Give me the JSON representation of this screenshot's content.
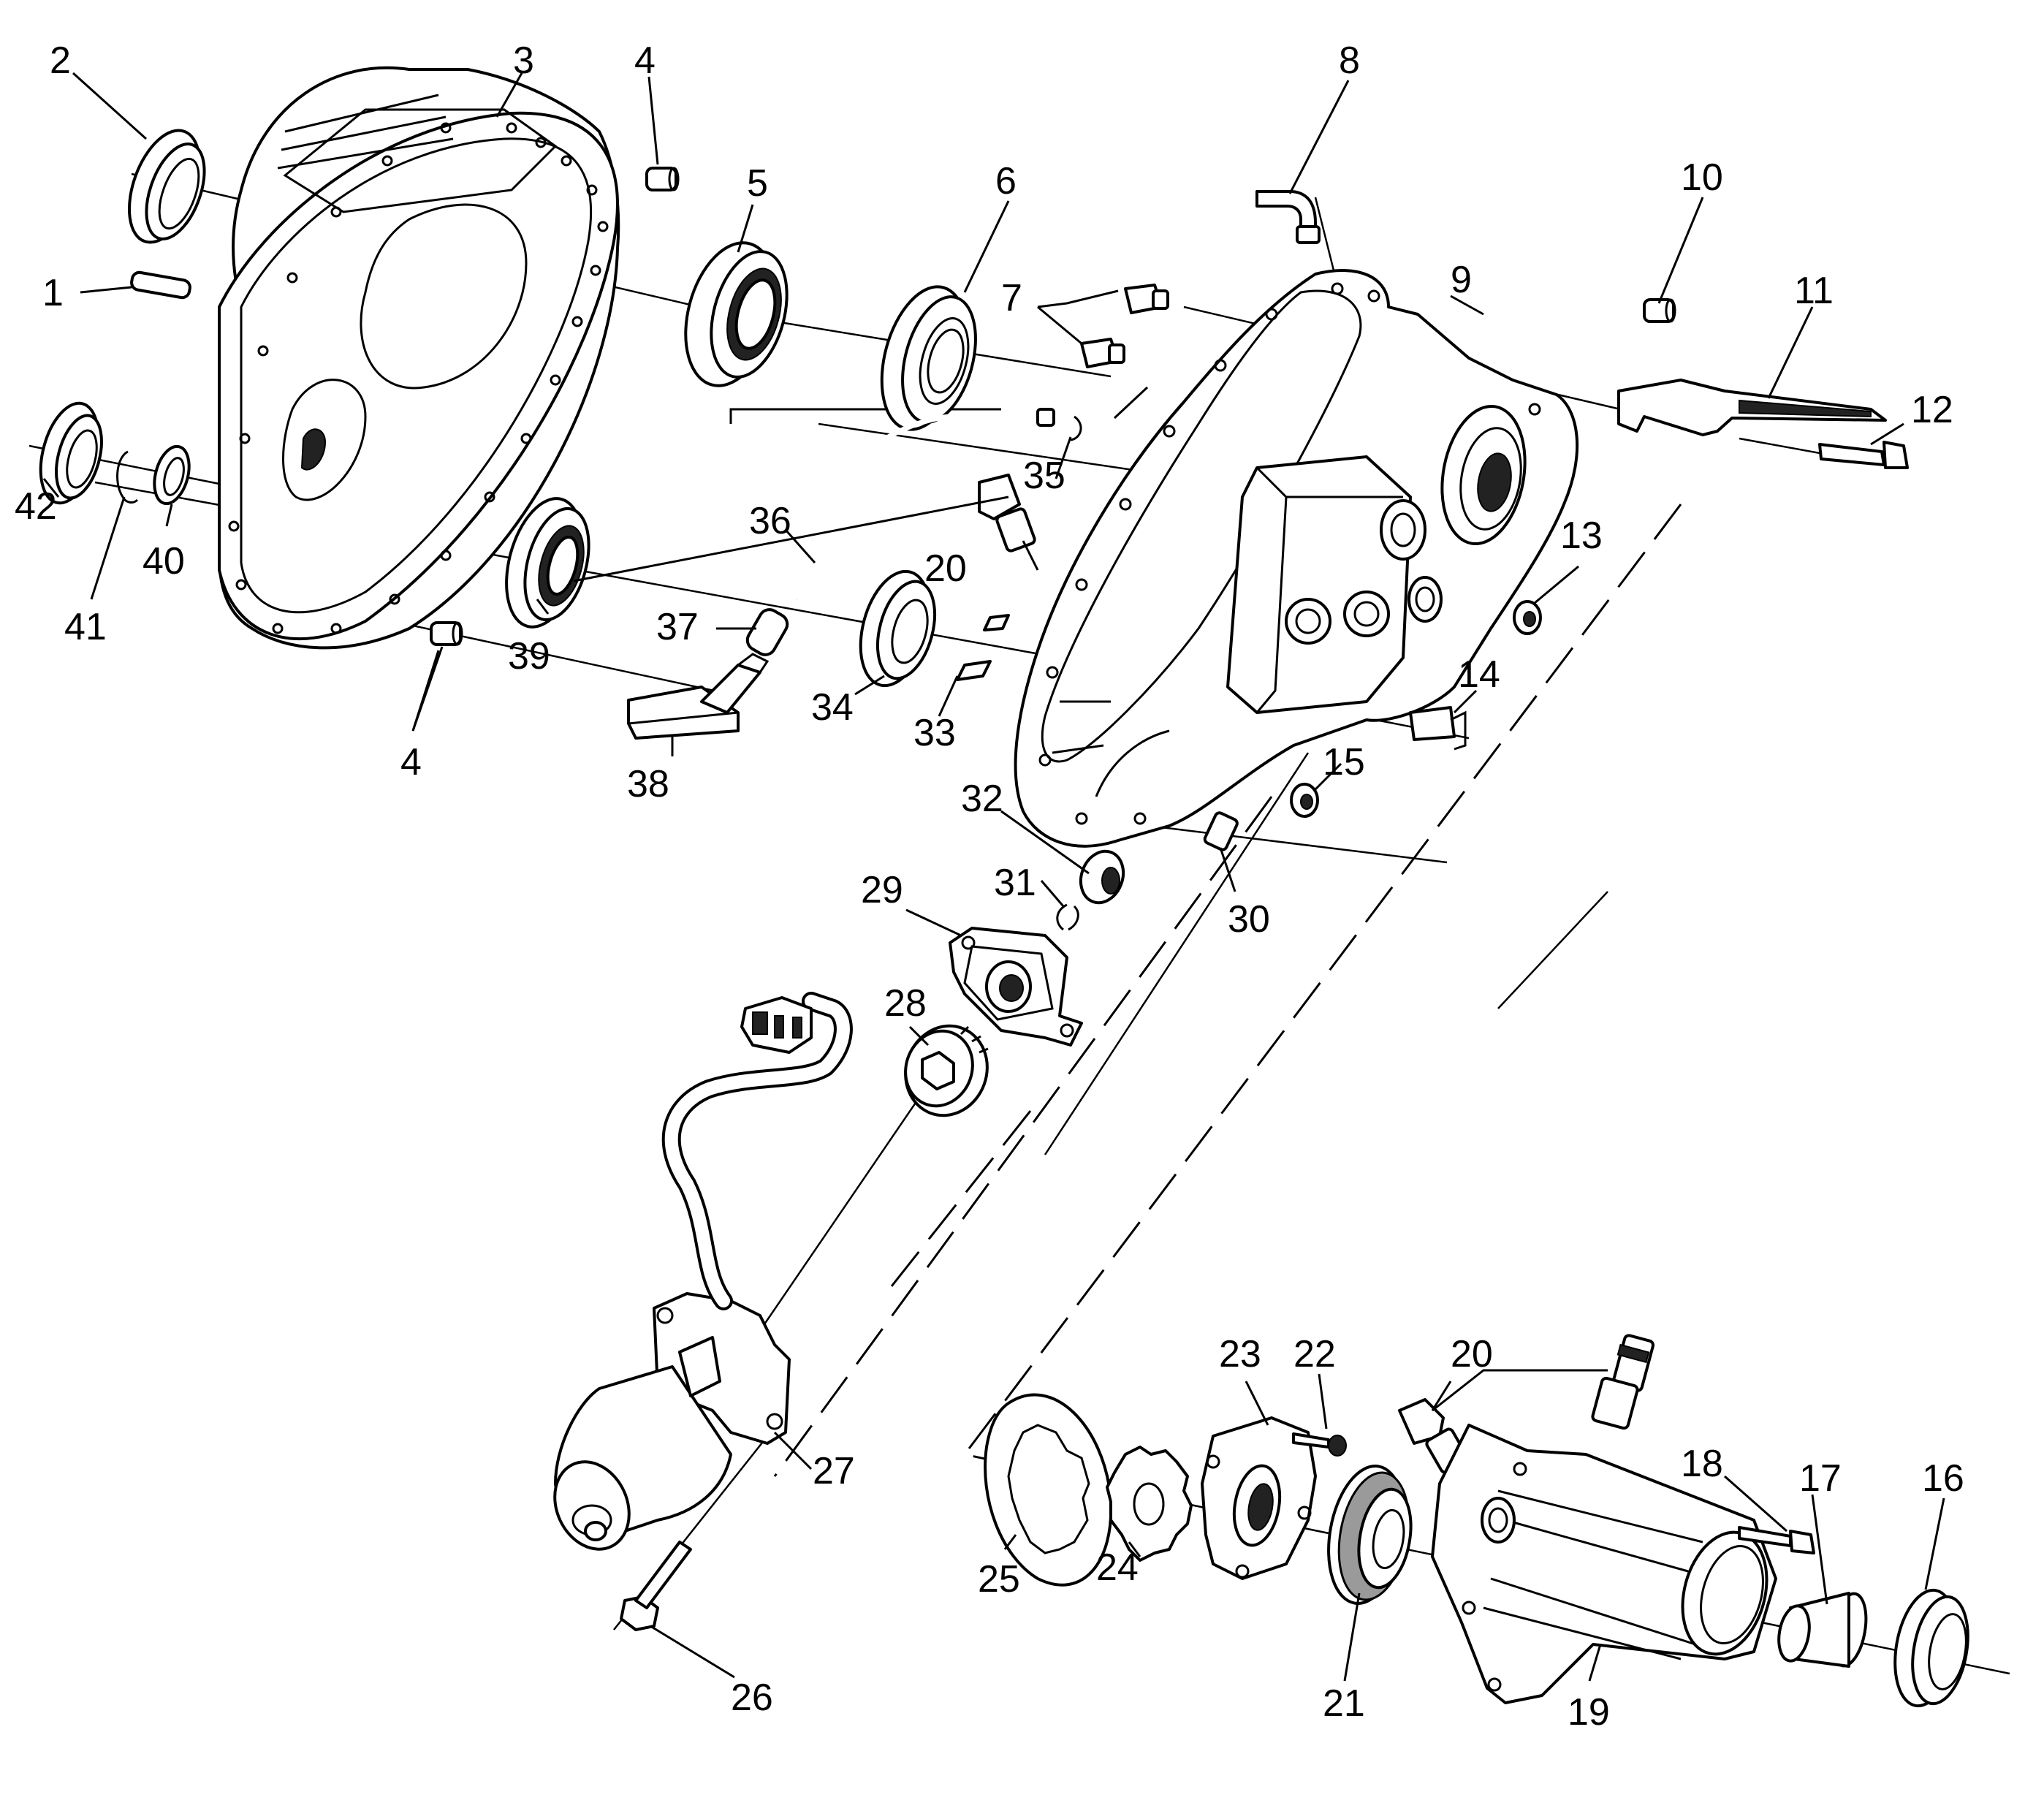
{
  "diagram": {
    "type": "exploded-parts-view",
    "callouts": [
      {
        "id": "c1",
        "label": "1"
      },
      {
        "id": "c2",
        "label": "2"
      },
      {
        "id": "c3",
        "label": "3"
      },
      {
        "id": "c4a",
        "label": "4"
      },
      {
        "id": "c4b",
        "label": "4"
      },
      {
        "id": "c5",
        "label": "5"
      },
      {
        "id": "c6",
        "label": "6"
      },
      {
        "id": "c7",
        "label": "7"
      },
      {
        "id": "c8",
        "label": "8"
      },
      {
        "id": "c9",
        "label": "9"
      },
      {
        "id": "c10",
        "label": "10"
      },
      {
        "id": "c11",
        "label": "11"
      },
      {
        "id": "c12",
        "label": "12"
      },
      {
        "id": "c13",
        "label": "13"
      },
      {
        "id": "c14",
        "label": "14"
      },
      {
        "id": "c15",
        "label": "15"
      },
      {
        "id": "c16",
        "label": "16"
      },
      {
        "id": "c17",
        "label": "17"
      },
      {
        "id": "c18",
        "label": "18"
      },
      {
        "id": "c19",
        "label": "19"
      },
      {
        "id": "c20a",
        "label": "20"
      },
      {
        "id": "c20b",
        "label": "20"
      },
      {
        "id": "c21",
        "label": "21"
      },
      {
        "id": "c22",
        "label": "22"
      },
      {
        "id": "c23",
        "label": "23"
      },
      {
        "id": "c24",
        "label": "24"
      },
      {
        "id": "c25",
        "label": "25"
      },
      {
        "id": "c26",
        "label": "26"
      },
      {
        "id": "c27",
        "label": "27"
      },
      {
        "id": "c28",
        "label": "28"
      },
      {
        "id": "c29",
        "label": "29"
      },
      {
        "id": "c30",
        "label": "30"
      },
      {
        "id": "c31",
        "label": "31"
      },
      {
        "id": "c32",
        "label": "32"
      },
      {
        "id": "c33",
        "label": "33"
      },
      {
        "id": "c34",
        "label": "34"
      },
      {
        "id": "c35",
        "label": "35"
      },
      {
        "id": "c36",
        "label": "36"
      },
      {
        "id": "c37",
        "label": "37"
      },
      {
        "id": "c38",
        "label": "38"
      },
      {
        "id": "c39",
        "label": "39"
      },
      {
        "id": "c40",
        "label": "40"
      },
      {
        "id": "c41",
        "label": "41"
      },
      {
        "id": "c42",
        "label": "42"
      }
    ]
  }
}
